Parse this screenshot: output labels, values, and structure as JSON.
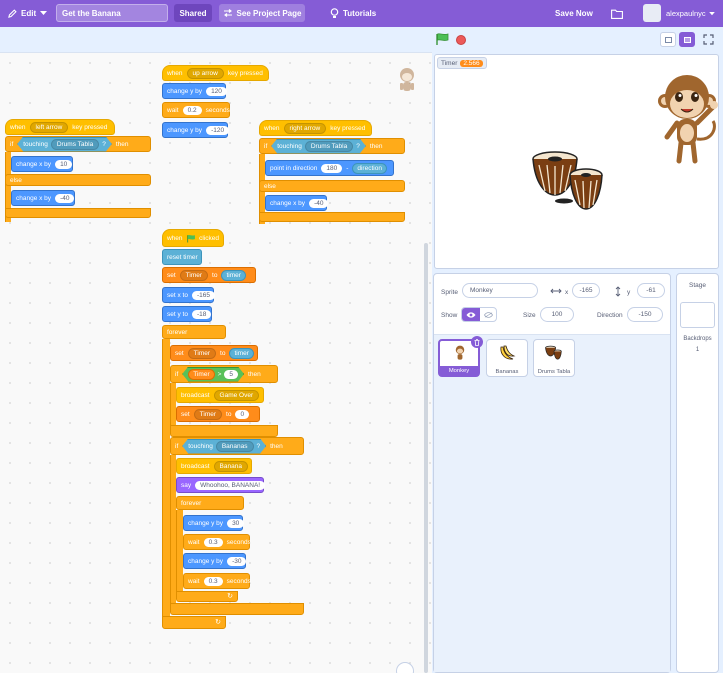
{
  "menubar": {
    "edit": "Edit",
    "project_title": "Get the Banana",
    "shared": "Shared",
    "see_project_page": "See Project Page",
    "tutorials": "Tutorials",
    "save_now": "Save Now",
    "username": "alexpaulnyc"
  },
  "scripts": {
    "left": {
      "hat": {
        "when": "when",
        "key": "left arrow",
        "pressed": "key pressed"
      },
      "if": "if",
      "touching": "touching",
      "target": "Drums Tabla",
      "q": "?",
      "then": "then",
      "change_x": "change x by",
      "val1": "10",
      "else": "else",
      "change_x2": "change x by",
      "val2": "-40"
    },
    "up": {
      "hat": {
        "when": "when",
        "key": "up arrow",
        "pressed": "key pressed"
      },
      "change_y": "change y by",
      "val1": "120",
      "wait": "wait",
      "wait_val": "0.2",
      "seconds": "seconds",
      "change_y2": "change y by",
      "val2": "-120"
    },
    "right": {
      "hat": {
        "when": "when",
        "key": "right arrow",
        "pressed": "key pressed"
      },
      "if": "if",
      "touching": "touching",
      "target": "Drums Tabla",
      "q": "?",
      "then": "then",
      "point": "point in direction",
      "dir_val": "180",
      "minus": "-",
      "direction": "direction",
      "else": "else",
      "change_x": "change x by",
      "val": "-40"
    },
    "flag": {
      "when": "when",
      "clicked": "clicked",
      "reset_timer": "reset timer",
      "set": "set",
      "var": "Timer",
      "to": "to",
      "timer": "timer",
      "set_x": "set x to",
      "x_val": "-165",
      "set_y": "set y to",
      "y_val": "-18",
      "forever": "forever",
      "set2": "set",
      "var2": "Timer",
      "to2": "to",
      "timer2": "timer",
      "if1": "if",
      "cond_var": "Timer",
      "gt": ">",
      "cond_val": "5",
      "then1": "then",
      "broadcast1": "broadcast",
      "msg1": "Game Over",
      "set3": "set",
      "var3": "Timer",
      "to3": "to",
      "val3": "0",
      "if2": "if",
      "touching": "touching",
      "target2": "Bananas",
      "q": "?",
      "then2": "then",
      "broadcast2": "broadcast",
      "msg2": "Banana",
      "say": "say",
      "say_val": "Whoohoo, BANANA!",
      "forever2": "forever",
      "change_y1": "change y by",
      "cy1": "30",
      "wait1": "wait",
      "w1": "0.3",
      "seconds1": "seconds",
      "change_y2": "change y by",
      "cy2": "-30",
      "wait2": "wait",
      "w2": "0.3",
      "seconds2": "seconds",
      "loop_arrow": "↻"
    }
  },
  "stage": {
    "monitor_label": "Timer",
    "monitor_value": "2.566"
  },
  "sprite_info": {
    "sprite_label": "Sprite",
    "sprite_name": "Monkey",
    "x_label": "x",
    "x_val": "-165",
    "y_label": "y",
    "y_val": "-61",
    "show_label": "Show",
    "size_label": "Size",
    "size_val": "100",
    "direction_label": "Direction",
    "direction_val": "-150"
  },
  "sprites": [
    {
      "name": "Monkey"
    },
    {
      "name": "Bananas"
    },
    {
      "name": "Drums Tabla"
    }
  ],
  "stage_pane": {
    "title": "Stage",
    "backdrops_label": "Backdrops",
    "backdrops_count": "1"
  },
  "colors": {
    "menubar": "#855cd6",
    "events": "#ffbf00",
    "control": "#ffab19",
    "motion": "#4c97ff",
    "sensing": "#5cb1d6",
    "variables": "#ff8c1a",
    "looks": "#9966ff",
    "operators": "#59c059"
  }
}
